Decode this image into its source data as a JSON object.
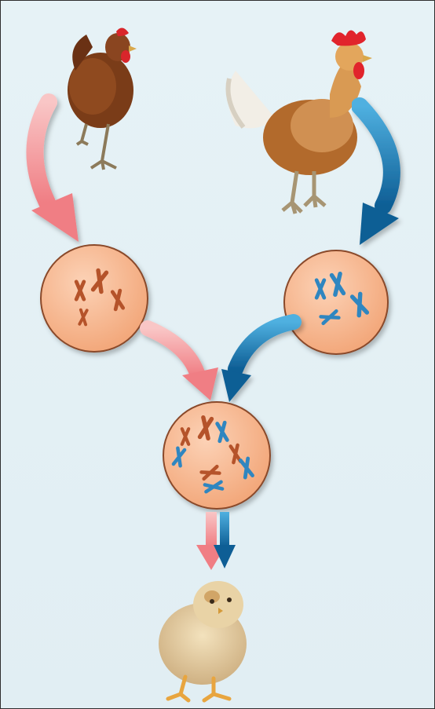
{
  "diagram": {
    "parents": [
      {
        "role": "hen",
        "icon": "hen-icon"
      },
      {
        "role": "rooster",
        "icon": "rooster-icon"
      }
    ],
    "cells": [
      {
        "role": "hen-gamete",
        "chromosome_color": "#b5532a",
        "chromosome_count": 4
      },
      {
        "role": "rooster-gamete",
        "chromosome_color": "#2f86c0",
        "chromosome_count": 4
      },
      {
        "role": "zygote",
        "chromosome_count": 8
      }
    ],
    "offspring": {
      "role": "chick",
      "icon": "chick-icon"
    },
    "colors": {
      "background": "#e4f0f5",
      "cell_fill": "#f6b48c",
      "cell_border": "#8a4a2a",
      "maternal_arrow": "#f5a6a6",
      "paternal_arrow": "#1f78b4",
      "maternal_chromosome": "#b5532a",
      "paternal_chromosome": "#2f86c0"
    }
  }
}
